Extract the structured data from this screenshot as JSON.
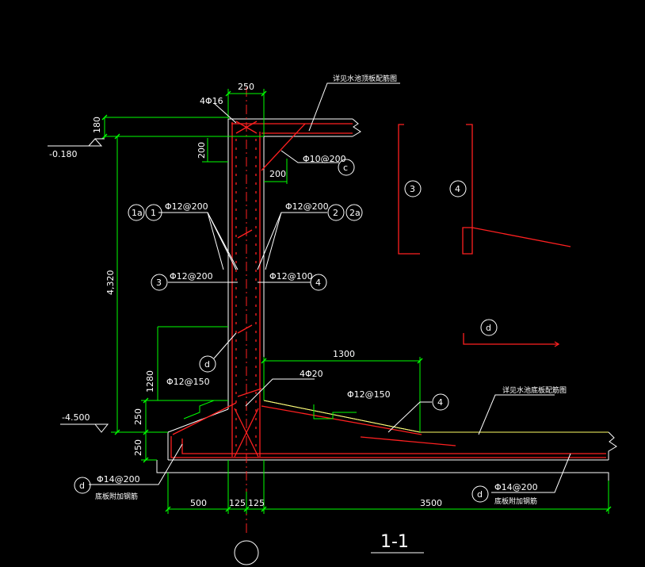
{
  "colors": {
    "background": "#000000",
    "concrete_outline": "#ffffff",
    "rebar": "#ff2020",
    "dimension": "#00ff00",
    "leader": "#ffffff",
    "waterproof": "#ffff66",
    "centerline": "#ff2020"
  },
  "dimensions": {
    "wall_thickness": "250",
    "top_slab": "180",
    "top_haunch": "200",
    "top_haunch_h": "200",
    "wall_height": "4,320",
    "bottom_haunch": "1280",
    "base_upper": "250",
    "base_lower": "250",
    "heel_haunch": "1300",
    "toe": "500",
    "half_wall_left": "125",
    "half_wall_right": "125",
    "heel": "3500"
  },
  "levels": {
    "top": "-0.180",
    "bottom": "-4.500"
  },
  "rebar_labels": {
    "top_corner": "4Φ16",
    "haunch_top": "Φ10@200",
    "inner_left": "Φ12@200",
    "inner_right": "Φ12@200",
    "mid_left": "Φ12@200",
    "mid_right": "Φ12@100",
    "bottom_corner": "4Φ20",
    "bottom_left": "Φ12@150",
    "bottom_right": "Φ12@150",
    "base_left": "Φ14@200",
    "base_right": "Φ14@200"
  },
  "notes": {
    "top_slab_ref": "详见水池顶板配筋图",
    "base_slab_ref": "详见水池底板配筋图",
    "base_add_left": "底板附加钢筋",
    "base_add_right": "底板附加钢筋"
  },
  "tags": {
    "t1a": "1a",
    "t1": "1",
    "t2": "2",
    "t2a": "2a",
    "t3": "3",
    "t4": "4",
    "tc": "c",
    "td_mid": "d",
    "td_left": "d",
    "td_right": "d",
    "t4_bottom": "4",
    "detail_3": "3",
    "detail_4": "4",
    "detail_d": "d"
  },
  "section_title": "1-1"
}
